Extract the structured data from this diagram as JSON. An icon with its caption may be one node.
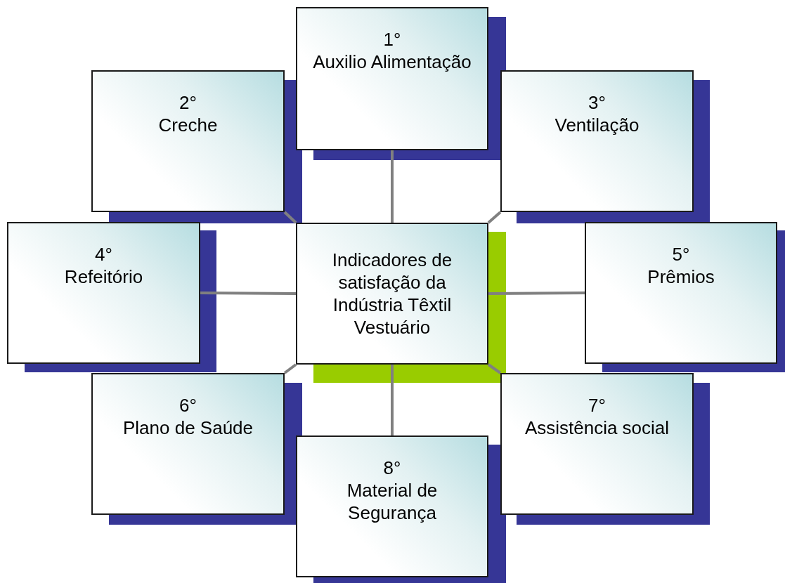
{
  "diagram": {
    "nodes": [
      {
        "text": [
          "Indicadores de satisfação da Indústria Têxtil Vestuário"
        ]
      },
      {
        "text": [
          "1°",
          "Auxilio Alimentação"
        ]
      },
      {
        "text": [
          "2°",
          "Creche"
        ]
      },
      {
        "text": [
          "3°",
          "Ventilação"
        ]
      },
      {
        "text": [
          "4°",
          "Refeitório"
        ]
      },
      {
        "text": [
          "5°",
          "Prêmios"
        ]
      },
      {
        "text": [
          "6°",
          "Plano de Saúde"
        ]
      },
      {
        "text": [
          "7°",
          "Assistência social"
        ]
      },
      {
        "text": [
          "8°",
          "Material de Segurança"
        ]
      }
    ],
    "edges": [
      {
        "from": 0,
        "to": 1,
        "arrow": "none"
      },
      {
        "from": 0,
        "to": 2,
        "arrow": "none"
      },
      {
        "from": 0,
        "to": 3,
        "arrow": "none"
      },
      {
        "from": 0,
        "to": 4,
        "arrow": "none"
      },
      {
        "from": 0,
        "to": 5,
        "arrow": "none"
      },
      {
        "from": 0,
        "to": 6,
        "arrow": "none"
      },
      {
        "from": 0,
        "to": 7,
        "arrow": "none"
      },
      {
        "from": 0,
        "to": 8,
        "arrow": "none"
      }
    ]
  }
}
